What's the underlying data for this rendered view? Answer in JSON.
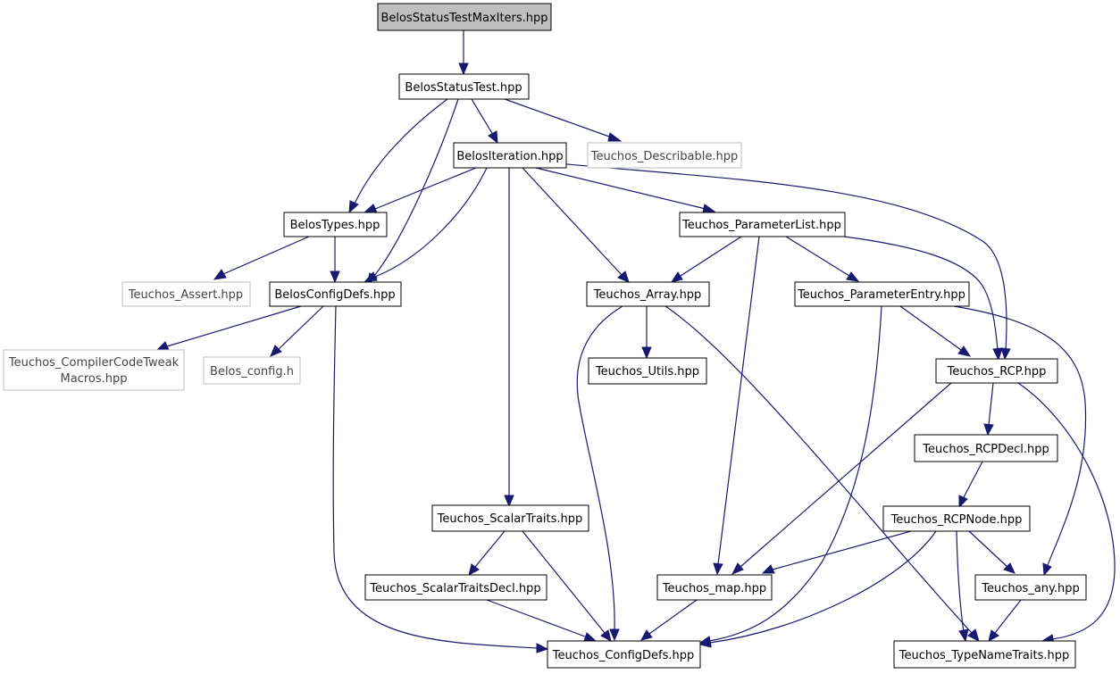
{
  "colors": {
    "edge": "#191970",
    "root_fill": "#bfbfbf",
    "node_border": "#000000",
    "external_border": "#bfbfbf"
  },
  "nodes": {
    "status_test_max_iters": {
      "label": "BelosStatusTestMaxIters.hpp",
      "kind": "root"
    },
    "status_test": {
      "label": "BelosStatusTest.hpp",
      "kind": "normal"
    },
    "iteration": {
      "label": "BelosIteration.hpp",
      "kind": "normal"
    },
    "describable": {
      "label": "Teuchos_Describable.hpp",
      "kind": "external"
    },
    "types": {
      "label": "BelosTypes.hpp",
      "kind": "normal"
    },
    "parameter_list": {
      "label": "Teuchos_ParameterList.hpp",
      "kind": "normal"
    },
    "assert": {
      "label": "Teuchos_Assert.hpp",
      "kind": "external"
    },
    "config_defs": {
      "label": "BelosConfigDefs.hpp",
      "kind": "normal"
    },
    "array": {
      "label": "Teuchos_Array.hpp",
      "kind": "normal"
    },
    "parameter_entry": {
      "label": "Teuchos_ParameterEntry.hpp",
      "kind": "normal"
    },
    "compiler_code_tweak": {
      "label_line1": "Teuchos_CompilerCodeTweak",
      "label_line2": "Macros.hpp",
      "kind": "external"
    },
    "belos_config": {
      "label": "Belos_config.h",
      "kind": "external"
    },
    "utils": {
      "label": "Teuchos_Utils.hpp",
      "kind": "normal"
    },
    "rcp": {
      "label": "Teuchos_RCP.hpp",
      "kind": "normal"
    },
    "rcp_decl": {
      "label": "Teuchos_RCPDecl.hpp",
      "kind": "normal"
    },
    "scalar_traits": {
      "label": "Teuchos_ScalarTraits.hpp",
      "kind": "normal"
    },
    "rcp_node": {
      "label": "Teuchos_RCPNode.hpp",
      "kind": "normal"
    },
    "scalar_traits_decl": {
      "label": "Teuchos_ScalarTraitsDecl.hpp",
      "kind": "normal"
    },
    "map": {
      "label": "Teuchos_map.hpp",
      "kind": "normal"
    },
    "any": {
      "label": "Teuchos_any.hpp",
      "kind": "normal"
    },
    "teuchos_config_defs": {
      "label": "Teuchos_ConfigDefs.hpp",
      "kind": "normal"
    },
    "type_name_traits": {
      "label": "Teuchos_TypeNameTraits.hpp",
      "kind": "normal"
    }
  }
}
